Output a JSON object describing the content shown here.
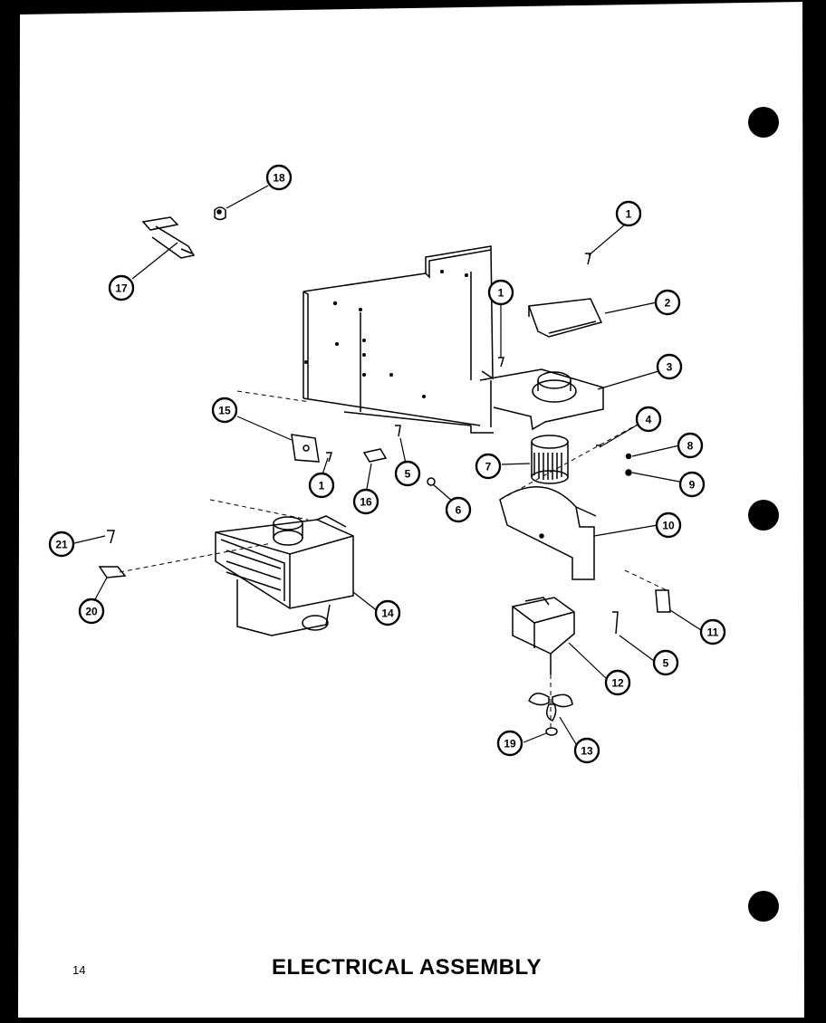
{
  "page": {
    "number": "14",
    "title": "ELECTRICAL ASSEMBLY"
  },
  "callouts": [
    {
      "id": "c18",
      "label": "18"
    },
    {
      "id": "c17",
      "label": "17"
    },
    {
      "id": "c1a",
      "label": "1"
    },
    {
      "id": "c1b",
      "label": "1"
    },
    {
      "id": "c2",
      "label": "2"
    },
    {
      "id": "c3",
      "label": "3"
    },
    {
      "id": "c15",
      "label": "15"
    },
    {
      "id": "c1c",
      "label": "1"
    },
    {
      "id": "c16",
      "label": "16"
    },
    {
      "id": "c5a",
      "label": "5"
    },
    {
      "id": "c6",
      "label": "6"
    },
    {
      "id": "c7",
      "label": "7"
    },
    {
      "id": "c4",
      "label": "4"
    },
    {
      "id": "c8",
      "label": "8"
    },
    {
      "id": "c9",
      "label": "9"
    },
    {
      "id": "c10",
      "label": "10"
    },
    {
      "id": "c21",
      "label": "21"
    },
    {
      "id": "c20",
      "label": "20"
    },
    {
      "id": "c14",
      "label": "14"
    },
    {
      "id": "c11",
      "label": "11"
    },
    {
      "id": "c5b",
      "label": "5"
    },
    {
      "id": "c12",
      "label": "12"
    },
    {
      "id": "c19",
      "label": "19"
    },
    {
      "id": "c13",
      "label": "13"
    }
  ]
}
